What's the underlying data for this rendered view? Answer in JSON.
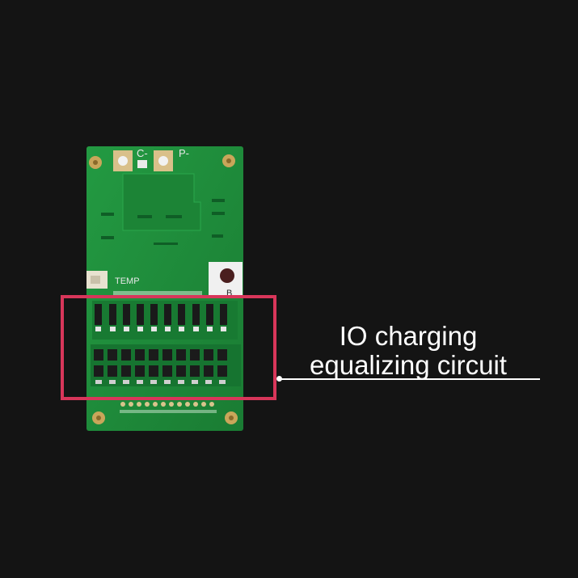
{
  "caption": {
    "line1": "IO charging",
    "line2": "equalizing circuit"
  },
  "board_labels": {
    "c_minus": "C-",
    "p_minus": "P-",
    "temp": "TEMP",
    "b_plus": "B"
  },
  "colors": {
    "background": "#141414",
    "pcb": "#1f8a3a",
    "highlight": "#d8365a",
    "caption": "#ffffff"
  }
}
